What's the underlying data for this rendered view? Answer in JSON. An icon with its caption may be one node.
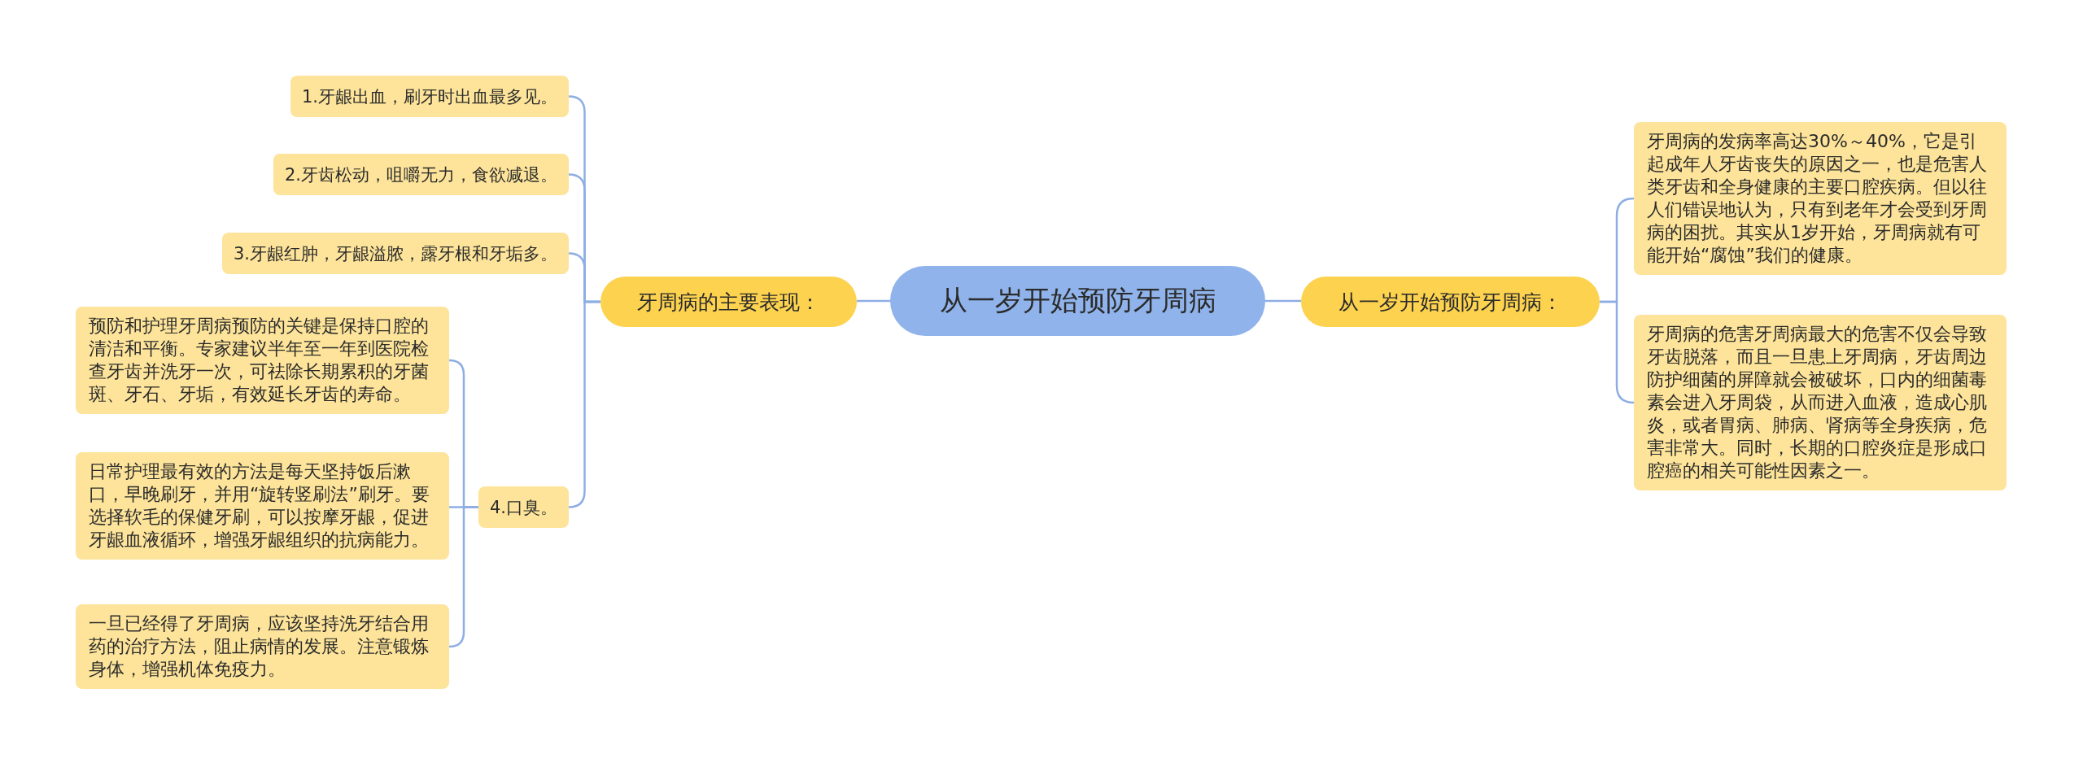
{
  "diagram": {
    "nodes": [
      {
        "text": [
          "从一岁开始预防牙周病"
        ]
      },
      {
        "text": [
          "牙周病的主要表现："
        ]
      },
      {
        "text": [
          "1.牙龈出血，刷牙时出血最多见。"
        ]
      },
      {
        "text": [
          "2.牙齿松动，咀嚼无力，食欲减退。"
        ]
      },
      {
        "text": [
          "3.牙龈红肿，牙龈溢脓，露牙根和牙垢多。"
        ]
      },
      {
        "text": [
          "4.口臭。"
        ]
      },
      {
        "text": [
          "预防和护理牙周病预防的关键是保持口腔的清洁和平衡。专家建议半年至一年到医院检查牙齿并洗牙一次，可祛除长期累积的牙菌斑、牙石、牙垢，有效延长牙齿的寿命。"
        ]
      },
      {
        "text": [
          "日常护理最有效的方法是每天坚持饭后漱口，早晚刷牙，并用“旋转竖刷法”刷牙。要选择软毛的保健牙刷，可以按摩牙龈，促进牙龈血液循环，增强牙龈组织的抗病能力。"
        ]
      },
      {
        "text": [
          "一旦已经得了牙周病，应该坚持洗牙结合用药的治疗方法，阻止病情的发展。注意锻炼身体，增强机体免疫力。"
        ]
      },
      {
        "text": [
          "从一岁开始预防牙周病："
        ]
      },
      {
        "text": [
          "牙周病的发病率高达30%～40%，它是引起成年人牙齿丧失的原因之一，也是危害人类牙齿和全身健康的主要口腔疾病。但以往人们错误地认为，只有到老年才会受到牙周病的困扰。其实从1岁开始，牙周病就有可能开始“腐蚀”我们的健康。"
        ]
      },
      {
        "text": [
          "牙周病的危害牙周病最大的危害不仅会导致牙齿脱落，而且一旦患上牙周病，牙齿周边防护细菌的屏障就会被破坏，口内的细菌毒素会进入牙周袋，从而进入血液，造成心肌炎，或者胃病、肺病、肾病等全身疾病，危害非常大。同时，长期的口腔炎症是形成口腔癌的相关可能性因素之一。"
        ]
      }
    ],
    "edges": [
      {
        "from": 0,
        "to": 1,
        "arrow": "none"
      },
      {
        "from": 1,
        "to": 2,
        "arrow": "none"
      },
      {
        "from": 1,
        "to": 3,
        "arrow": "none"
      },
      {
        "from": 1,
        "to": 4,
        "arrow": "none"
      },
      {
        "from": 1,
        "to": 5,
        "arrow": "none"
      },
      {
        "from": 5,
        "to": 6,
        "arrow": "none"
      },
      {
        "from": 5,
        "to": 7,
        "arrow": "none"
      },
      {
        "from": 5,
        "to": 8,
        "arrow": "none"
      },
      {
        "from": 0,
        "to": 9,
        "arrow": "none"
      },
      {
        "from": 9,
        "to": 10,
        "arrow": "none"
      },
      {
        "from": 9,
        "to": 11,
        "arrow": "none"
      }
    ]
  }
}
